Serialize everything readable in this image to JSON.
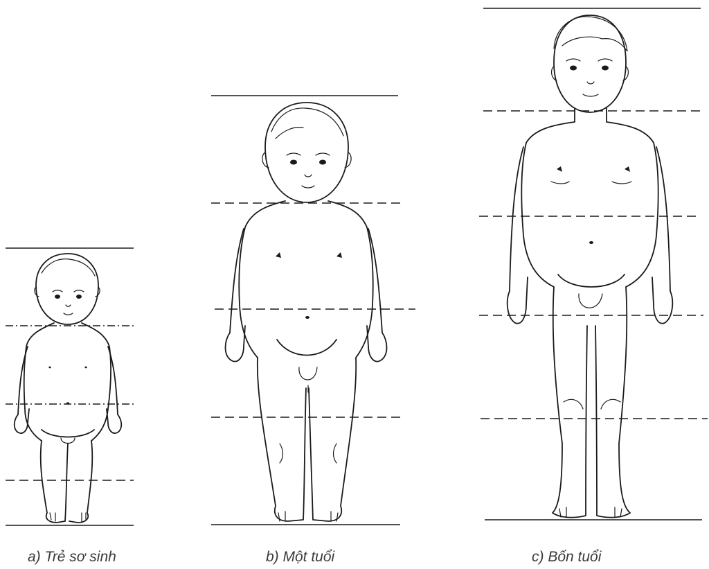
{
  "figures": [
    {
      "id": "a",
      "caption": "a) Trẻ sơ sinh"
    },
    {
      "id": "b",
      "caption": "b) Một tuổi"
    },
    {
      "id": "c",
      "caption": "c) Bốn tuổi"
    }
  ]
}
